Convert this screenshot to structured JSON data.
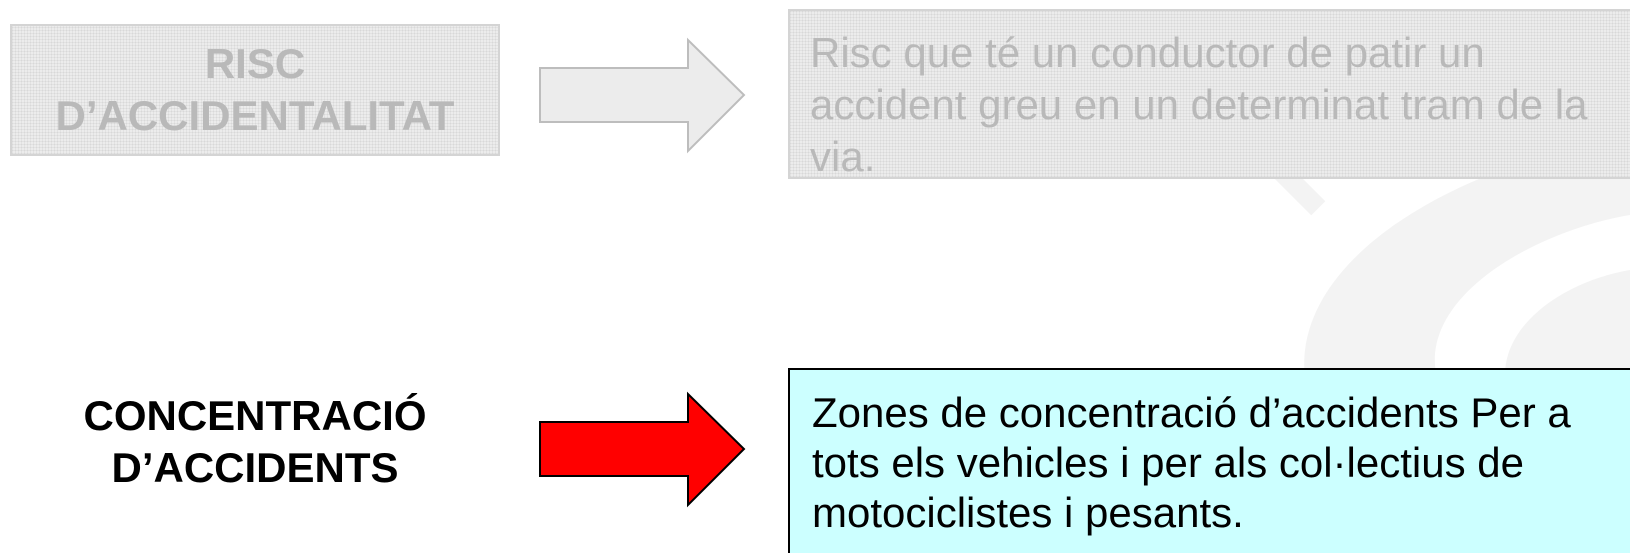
{
  "top_row": {
    "term_lines": [
      "RISC",
      "D’ACCIDENTALITAT"
    ],
    "definition": "Risc que té un conductor de patir un accident greu en un determinat tram de la via.",
    "arrow_color": "#ececec"
  },
  "bottom_row": {
    "term_lines": [
      "CONCENTRACIÓ",
      "D’ACCIDENTS"
    ],
    "definition": "Zones de concentració d’accidents Per a tots els vehicles i per als col·lectius de motociclistes i pesants.",
    "arrow_color": "#ff0000",
    "definition_background": "#ccffff"
  },
  "watermark": {
    "icon": "logo-watermark-icon",
    "color": "#f2f2f2"
  }
}
